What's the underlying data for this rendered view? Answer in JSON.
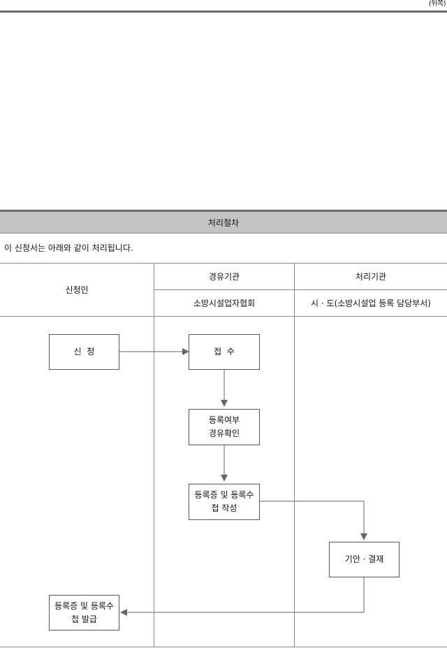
{
  "page": {
    "side_label": "(뒤쪽)"
  },
  "procedure": {
    "title": "처리절차",
    "intro": "이 신청서는 아래와 같이 처리됩니다.",
    "columns": {
      "applicant": "신청인",
      "relay_agency": "경유기관",
      "relay_org": "소방시설업자협회",
      "processing_agency": "처리기관",
      "processing_org": "시 · 도(소방시설업 등록 담당부서)"
    },
    "steps": {
      "apply": "신  청",
      "receive": "접  수",
      "check_line1": "등록여부",
      "check_line2": "경유확인",
      "prepare_line1": "등록증 및 등록수",
      "prepare_line2": "첩 작성",
      "approve": "기안 · 결재",
      "issue_line1": "등록증 및 등록수",
      "issue_line2": "첩 발급"
    }
  }
}
